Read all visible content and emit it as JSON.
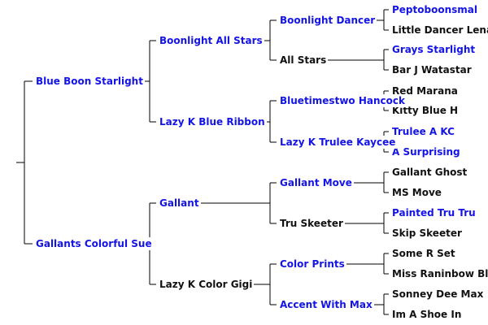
{
  "pedigree": {
    "name": "",
    "sire": {
      "name": "Blue Boon Starlight",
      "link": true,
      "sire": {
        "name": "Boonlight All Stars",
        "link": true,
        "sire": {
          "name": "Boonlight Dancer",
          "link": true,
          "sire": {
            "name": "Peptoboonsmal",
            "link": true
          },
          "dam": {
            "name": "Little Dancer Lena",
            "link": false
          }
        },
        "dam": {
          "name": "All Stars",
          "link": false,
          "sire": {
            "name": "Grays Starlight",
            "link": true
          },
          "dam": {
            "name": "Bar J Watastar",
            "link": false
          }
        }
      },
      "dam": {
        "name": "Lazy K Blue Ribbon",
        "link": true,
        "sire": {
          "name": "Bluetimestwo Hancock",
          "link": true,
          "sire": {
            "name": "Red Marana",
            "link": false
          },
          "dam": {
            "name": "Kitty Blue H",
            "link": false
          }
        },
        "dam": {
          "name": "Lazy K Trulee Kaycee",
          "link": true,
          "sire": {
            "name": "Trulee A KC",
            "link": true
          },
          "dam": {
            "name": "A Surprising",
            "link": true
          }
        }
      }
    },
    "dam": {
      "name": "Gallants Colorful Sue",
      "link": true,
      "sire": {
        "name": "Gallant",
        "link": true,
        "sire": {
          "name": "Gallant Move",
          "link": true,
          "sire": {
            "name": "Gallant Ghost",
            "link": false
          },
          "dam": {
            "name": "MS Move",
            "link": false
          }
        },
        "dam": {
          "name": "Tru Skeeter",
          "link": false,
          "sire": {
            "name": "Painted Tru Tru",
            "link": true
          },
          "dam": {
            "name": "Skip Skeeter",
            "link": false
          }
        }
      },
      "dam": {
        "name": "Lazy K Color Gigi",
        "link": false,
        "sire": {
          "name": "Color Prints",
          "link": true,
          "sire": {
            "name": "Some R Set",
            "link": false
          },
          "dam": {
            "name": "Miss Raninbow Blue",
            "link": false
          }
        },
        "dam": {
          "name": "Accent With Max",
          "link": true,
          "sire": {
            "name": "Sonney Dee Max",
            "link": false
          },
          "dam": {
            "name": "Im A Shoe In",
            "link": false
          }
        }
      }
    }
  },
  "colors": {
    "link": "#1414e6",
    "text": "#111111",
    "line": "#000000",
    "background": "#ffffff"
  }
}
